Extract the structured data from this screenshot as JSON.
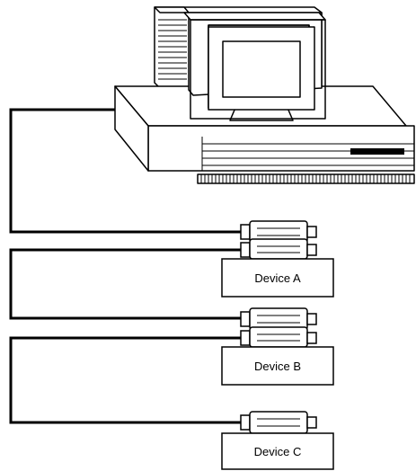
{
  "devices": [
    {
      "label": "Device A"
    },
    {
      "label": "Device B"
    },
    {
      "label": "Device C"
    }
  ],
  "icons": {
    "computer": "desktop-computer-icon",
    "connector": "db-connector-icon"
  },
  "colors": {
    "line": "#000000",
    "background": "#ffffff"
  }
}
